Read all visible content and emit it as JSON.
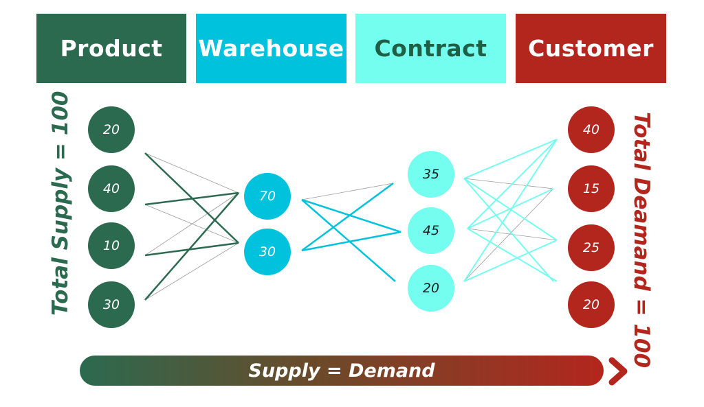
{
  "headers": [
    "Product",
    "Warehouse",
    "Contract",
    "Customer"
  ],
  "side_labels": {
    "supply": "Total Supply = 100",
    "demand": "Total Deamand = 100"
  },
  "nodes": {
    "product": [
      "20",
      "40",
      "10",
      "30"
    ],
    "warehouse": [
      "70",
      "30"
    ],
    "contract": [
      "35",
      "45",
      "20"
    ],
    "customer": [
      "40",
      "15",
      "25",
      "20"
    ]
  },
  "footer": {
    "label": "Supply = Demand"
  },
  "colors": {
    "product": "#2b6a4f",
    "warehouse": "#00c2dc",
    "contract": "#74fef0",
    "customer": "#b3261e",
    "thin_link": "#9a9a9a"
  },
  "icons": {
    "arrow": "chevron-right-icon"
  }
}
